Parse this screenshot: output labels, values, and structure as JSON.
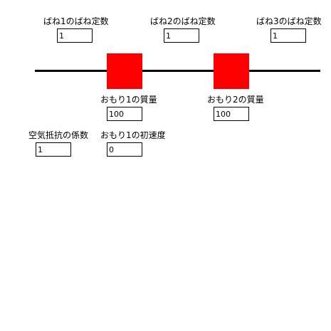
{
  "springs": [
    {
      "label": "ばね1のばね定数",
      "value": "1"
    },
    {
      "label": "ばね2のばね定数",
      "value": "1"
    },
    {
      "label": "ばね3のばね定数",
      "value": "1"
    }
  ],
  "weights": [
    {
      "label": "おもり1の質量",
      "value": "100"
    },
    {
      "label": "おもり2の質量",
      "value": "100"
    }
  ],
  "air_resistance": {
    "label": "空気抵抗の係数",
    "value": "1"
  },
  "initial_velocity": {
    "label": "おもり1の初速度",
    "value": "0"
  },
  "colors": {
    "mass": "#ff0000",
    "rail": "#000000"
  }
}
